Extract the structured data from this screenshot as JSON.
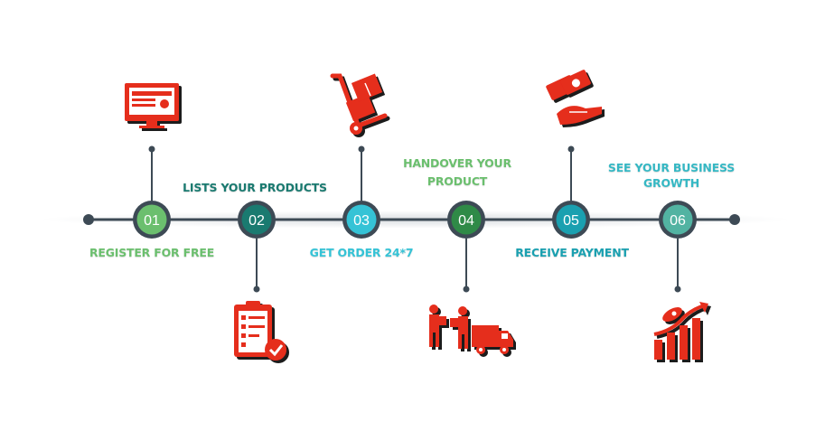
{
  "steps": [
    {
      "number": "01",
      "label_lines": [
        "REGISTER FOR FREE"
      ],
      "color": "#6bbf6e",
      "label_color": "#6bbf6e",
      "icon": "computer-monitor-icon"
    },
    {
      "number": "02",
      "label_lines": [
        "LISTS YOUR PRODUCTS"
      ],
      "color": "#1a7a70",
      "label_color": "#1a7a70",
      "icon": "clipboard-checklist-icon"
    },
    {
      "number": "03",
      "label_lines": [
        "GET ORDER 24*7"
      ],
      "color": "#35c3d6",
      "label_color": "#35c3d6",
      "icon": "hand-truck-boxes-icon"
    },
    {
      "number": "04",
      "label_lines": [
        "HANDOVER YOUR",
        "PRODUCT"
      ],
      "color": "#2f8a47",
      "label_color": "#6bbf6e",
      "icon": "delivery-van-icon"
    },
    {
      "number": "05",
      "label_lines": [
        "RECEIVE PAYMENT"
      ],
      "color": "#1aa0b0",
      "label_color": "#1aa0b0",
      "icon": "hand-money-icon"
    },
    {
      "number": "06",
      "label_lines": [
        "SEE YOUR BUSINESS",
        "GROWTH"
      ],
      "color": "#52b3a2",
      "label_color": "#35b8c4",
      "icon": "growth-chart-icon"
    }
  ],
  "colors": {
    "line": "#3d4a55",
    "ring": "#3d4a55",
    "icon_red": "#e52d1f",
    "icon_shadow": "#222222"
  }
}
